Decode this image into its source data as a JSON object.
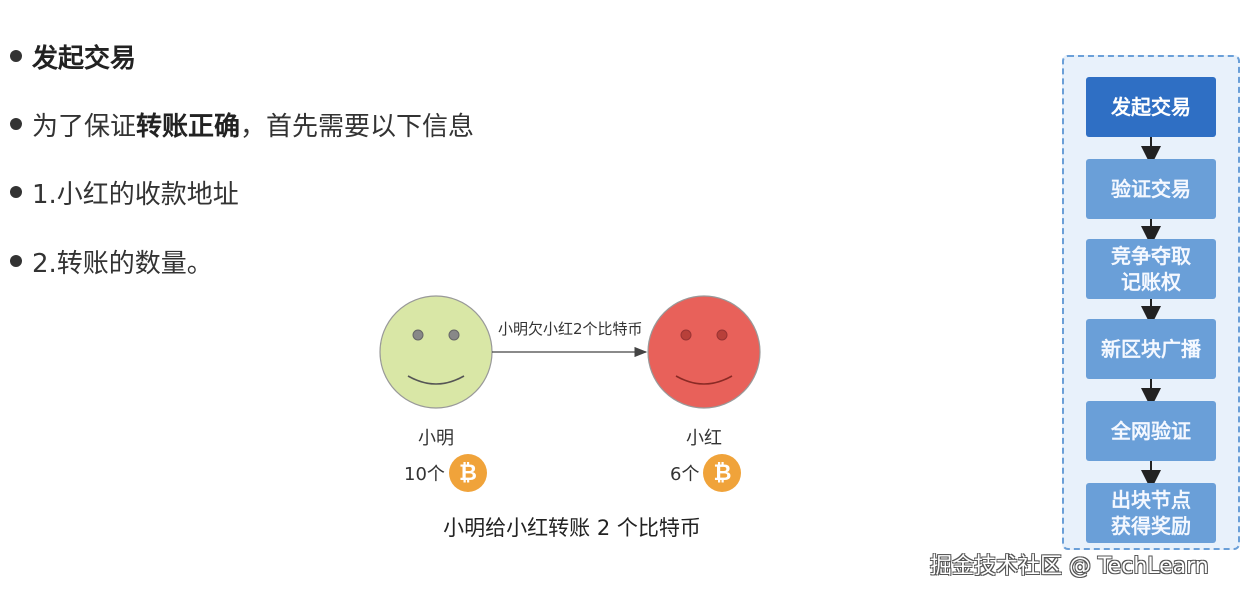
{
  "bullets": [
    {
      "bold": "发起交易",
      "pre": "",
      "post": ""
    },
    {
      "pre": "为了保证",
      "bold": "转账正确",
      "post": "，首先需要以下信息"
    },
    {
      "pre": "1.小红的收款地址",
      "bold": "",
      "post": ""
    },
    {
      "pre": "2.转账的数量。",
      "bold": "",
      "post": ""
    }
  ],
  "illustration": {
    "arrow_label": "小明欠小红2个比特币",
    "left_person": {
      "name": "小明",
      "coins": "10个",
      "face_color": "#d9e7a6"
    },
    "right_person": {
      "name": "小红",
      "coins": "6个",
      "face_color": "#e8615a"
    },
    "coin_symbol": "₿",
    "caption": "小明给小红转账 2 个比特币"
  },
  "flow": {
    "steps": [
      {
        "line1": "发起交易",
        "line2": ""
      },
      {
        "line1": "验证交易",
        "line2": ""
      },
      {
        "line1": "竞争夺取",
        "line2": "记账权"
      },
      {
        "line1": "新区块广播",
        "line2": ""
      },
      {
        "line1": "全网验证",
        "line2": ""
      },
      {
        "line1": "出块节点",
        "line2": "获得奖励"
      }
    ],
    "colors": {
      "active": "#2f6fc4",
      "step": "#6a9fd8",
      "border": "#6a9fd8",
      "background": "#e8f1fb"
    }
  },
  "watermark": "掘金技术社区 @ TechLearn"
}
